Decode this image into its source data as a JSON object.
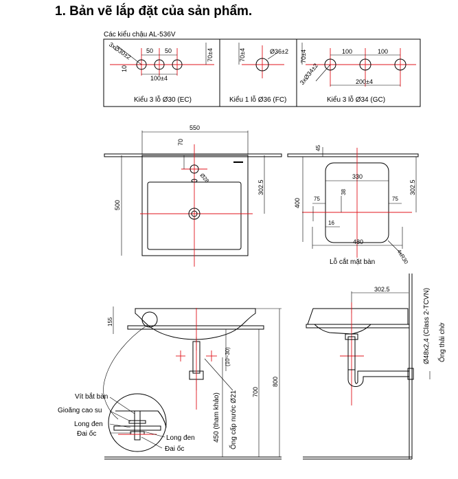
{
  "title": "1. Bản vẽ lắp đặt của sản phẩm.",
  "hole_types": {
    "header": "Các kiểu chậu AL-536V",
    "ec": {
      "caption": "Kiểu 3 lỗ Ø30 (EC)",
      "dim_holes": "3xØ30±2",
      "dim_spacing_a": "50",
      "dim_spacing_b": "50",
      "dim_total": "100±4",
      "dim_offset": "70±4",
      "dim_small": "10"
    },
    "fc": {
      "caption": "Kiểu 1 lỗ Ø36 (FC)",
      "dim_hole": "Ø36±2",
      "dim_offset": "70±4"
    },
    "gc": {
      "caption": "Kiểu 3 lỗ Ø34 (GC)",
      "dim_holes": "3xØ34±2",
      "dim_spacing_a": "100",
      "dim_spacing_b": "100",
      "dim_total": "200±4",
      "dim_offset": "70±4"
    }
  },
  "top_view": {
    "dim_width": "550",
    "dim_depth": "500",
    "dim_tap_offset": "70",
    "dim_drain_offset": "302.5",
    "dim_overflow": "Ø28"
  },
  "cutout_view": {
    "dim_45": "45",
    "dim_330": "330",
    "dim_400": "400",
    "dim_302_5": "302.5",
    "dim_38": "38",
    "dim_75_left": "75",
    "dim_75_right": "75",
    "dim_16": "16",
    "dim_480": "480",
    "dim_corner": "4xR30",
    "caption": "Lỗ cắt mặt bàn"
  },
  "front_section": {
    "dim_155": "155",
    "dim_10_30": "(10~30)",
    "dim_700": "700",
    "dim_800": "800",
    "dim_450": "450 (tham khảo)",
    "supply_pipe": "Ống cấp nước Ø21"
  },
  "detail_labels": {
    "screw": "Vít bắt bàn",
    "gasket": "Gioăng cao su",
    "washer_1": "Long đen",
    "nut_1": "Đai ốc",
    "washer_2": "Long đen",
    "nut_2": "Đai ốc"
  },
  "side_section": {
    "dim_302_5": "302.5",
    "drain_pipe": "Ø48x2,4 (Class 2-TCVN)",
    "outlet_label": "Ống thải chờ"
  }
}
